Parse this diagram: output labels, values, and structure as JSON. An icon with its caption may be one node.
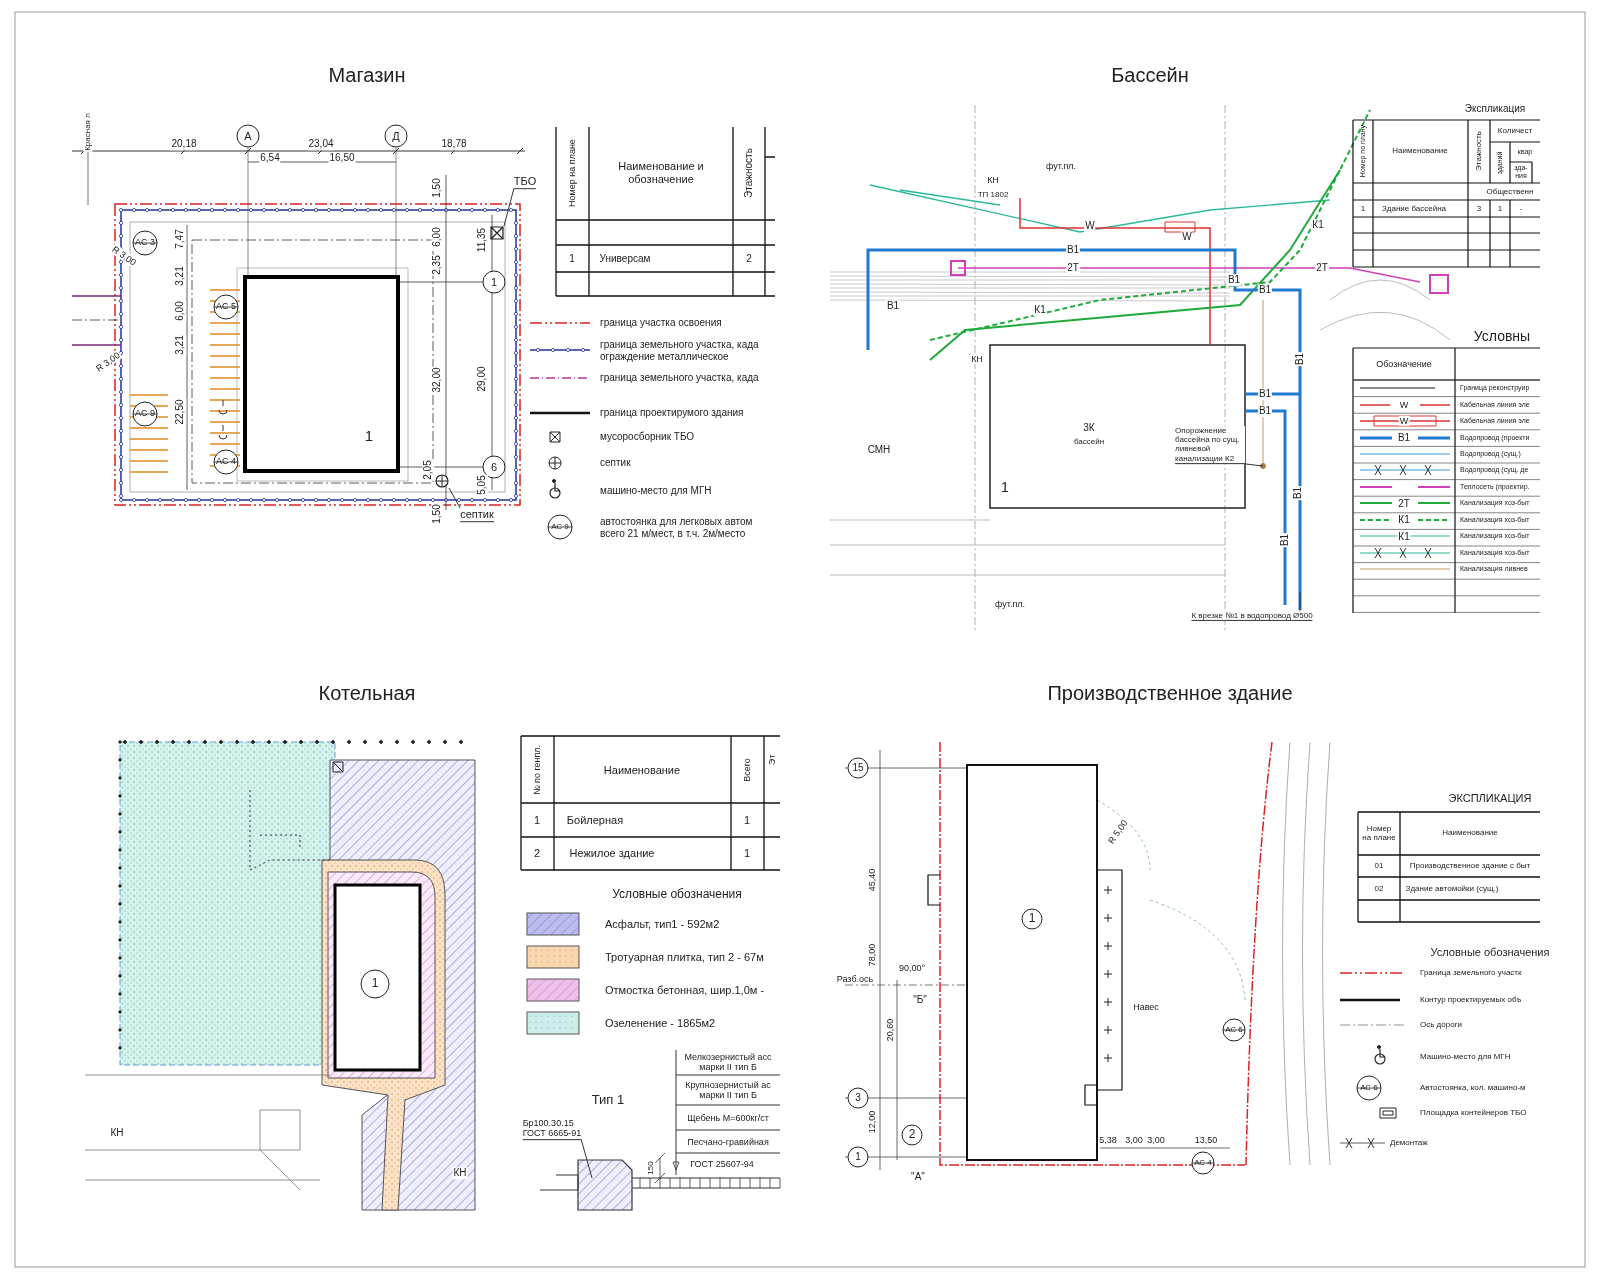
{
  "diagram": {
    "nodes": [
      {
        "text": [
          "ТБО"
        ]
      },
      {
        "text": [],
        "shape": "box"
      },
      {
        "text": [
          "септик"
        ]
      },
      {
        "text": [],
        "shape": "circle"
      },
      {
        "text": [
          "Опорожнение бассейна по сущ. ливневой канализации К2"
        ]
      },
      {
        "text": [
          "К врезке №1 в водопровод Ø500"
        ]
      },
      {
        "text": [
          "Бр100.30.15",
          "ГОСТ 6665-91"
        ]
      }
    ],
    "edges": [
      {
        "from": 0,
        "to": 1,
        "arrow": "none"
      },
      {
        "from": 2,
        "to": 3,
        "arrow": "none"
      },
      {
        "from": 4,
        "to": null,
        "arrow": "none"
      },
      {
        "from": 5,
        "to": null,
        "arrow": "none"
      },
      {
        "from": 6,
        "to": null,
        "arrow": "none"
      }
    ],
    "labels": [
      "Магазин",
      "Красная л",
      "А",
      "Д",
      "20,18",
      "23,04",
      "18,78",
      "6,54",
      "16,50",
      "1,50",
      "11,35",
      "АС 3",
      "7,47",
      "R 3,00",
      "3,21",
      "АС 5",
      "6,00",
      "3,21",
      "R 3,00",
      "АС 9",
      "22,50",
      "АС 4",
      "6,00",
      "2,35",
      "32,00",
      "29,00",
      "1",
      "1",
      "6",
      "2,05",
      "5,05",
      "1,50",
      "Номер на плане",
      "Наименование и обозначение",
      "Этажность",
      "1",
      "Универсам",
      "2",
      "АС 9",
      "Бассейн",
      "КН",
      "ТП 1802",
      "W",
      "W",
      "В1",
      "В1",
      "2Т",
      "К1",
      "В1",
      "В1",
      "2Т",
      "К1",
      "В1",
      "В1",
      "В1",
      "В1",
      "В1",
      "СМН",
      "КН",
      "3К",
      "бассейн",
      "1",
      "фут.пл.",
      "фут.пл.",
      "Экспликация",
      "Номер по плану",
      "Наименование",
      "Этажность",
      "Количест",
      "зданий",
      "квар",
      "зда-ния",
      "Общественн",
      "1",
      "Здание бассейна",
      "3",
      "1",
      "-",
      "Условны",
      "Обозначение",
      "W",
      "W",
      "В1",
      "2Т",
      "К1",
      "К1",
      "Котельная",
      "№ по генпл.",
      "Наименование",
      "Всего",
      "Эт",
      "1",
      "Бойлерная",
      "1",
      "2",
      "Нежилое здание",
      "1",
      "Условные обозначения",
      "1",
      "КН",
      "КН",
      "Мелкозернистый асс марки II  тип Б",
      "Крупнозернистый ас марки II  тип Б",
      "Щебень  М=600кг/ст",
      "Песчано-гравийная",
      "ГОСТ 25607-94",
      "Тип 1",
      "150",
      "Производственное здание",
      "15",
      "45,40",
      "R 5,00",
      "1",
      "78,00",
      "90,00°",
      "Разб.ось",
      "\"Б\"",
      "Навес",
      "АС 6",
      "20,60",
      "3",
      "12,00",
      "2",
      "5,38",
      "3,00",
      "3,00",
      "13,50",
      "1",
      "\"А\"",
      "АС 4",
      "ЭКСПЛИКАЦИЯ",
      "Номер на плане",
      "Наименование",
      "01",
      "Производственное здание с быт",
      "02",
      "Здание автомойки (сущ.)",
      "Условные обозначения",
      "АС 6"
    ],
    "legend": [
      {
        "text": "граница  участка освоения"
      },
      {
        "text": "граница земельного участка, када ограждение металлическое"
      },
      {
        "text": "граница земельного участка, када"
      },
      {
        "text": "граница проектирумого здания"
      },
      {
        "text": "мусоросборник ТБО"
      },
      {
        "text": "септик"
      },
      {
        "text": "машино-место для МГН"
      },
      {
        "text": "автостоянка для легковых автом всего 21 м/мест,  в т.ч. 2м/место"
      },
      {
        "text": "Граница реконструир"
      },
      {
        "text": "Кабельная линия эле"
      },
      {
        "text": "Кабельная линия эле"
      },
      {
        "text": "Водопровод (проекти"
      },
      {
        "text": "Водопровод (сущ.)"
      },
      {
        "text": "Водопровод (сущ. де"
      },
      {
        "text": "Теплосеть (проектир."
      },
      {
        "text": "Канализация хоз-быт"
      },
      {
        "text": "Канализация хоз-быт"
      },
      {
        "text": "Канализация хоз-быт"
      },
      {
        "text": "Канализация хоз-быт"
      },
      {
        "text": "Канализация ливнев"
      },
      {
        "text": "Асфальт, тип1 - 592м2",
        "color": "#bcbcec"
      },
      {
        "text": "Тротуарная плитка, тип 2 - 67м",
        "color": "#f8d6b0"
      },
      {
        "text": "Отмостка бетонная, шир.1,0м  -",
        "color": "#eec0ea"
      },
      {
        "text": "Озеленение  - 1865м2",
        "color": "#cdeee8"
      },
      {
        "text": "Граница земельного участк"
      },
      {
        "text": "Контур проектируемых объ"
      },
      {
        "text": "Ось дороги"
      },
      {
        "text": "Машино-место для МГН"
      },
      {
        "text": "Автостоянка, кол. машино-м"
      },
      {
        "text": "Площадка контейнеров ТБО"
      },
      {
        "text": "Демонтаж"
      }
    ]
  }
}
